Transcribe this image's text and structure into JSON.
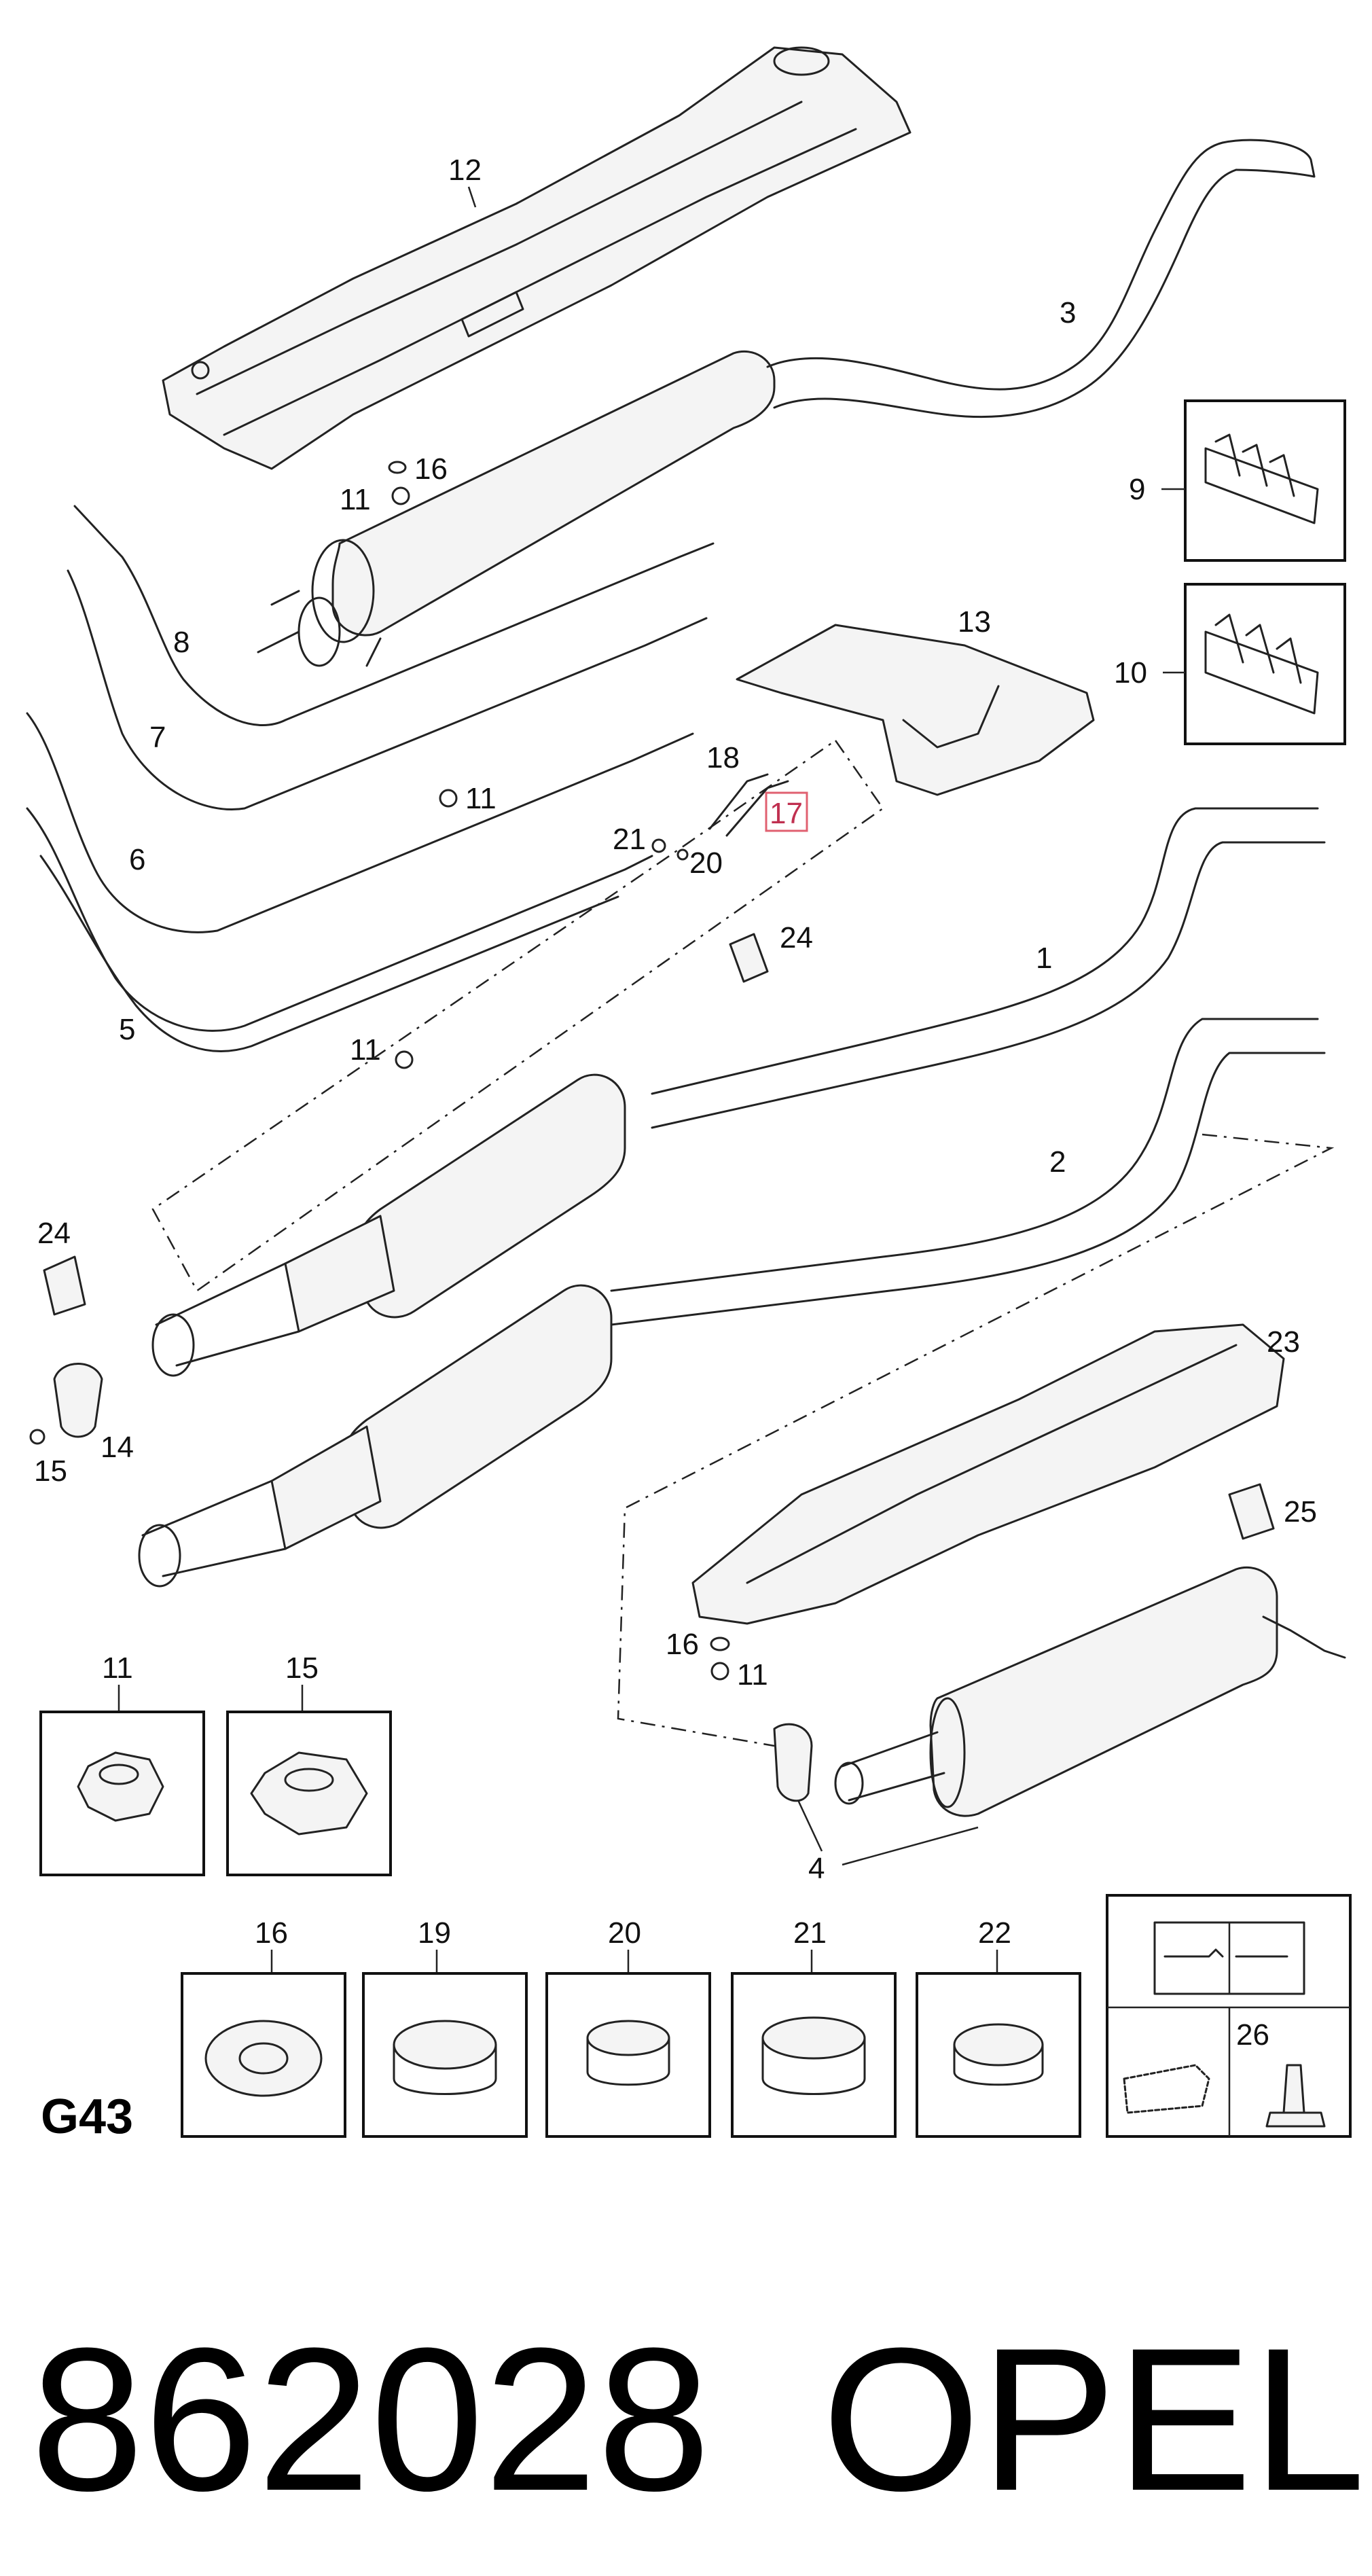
{
  "callouts": {
    "c1": "1",
    "c2": "2",
    "c3": "3",
    "c4": "4",
    "c5": "5",
    "c6": "6",
    "c7": "7",
    "c8": "8",
    "c9": "9",
    "c10": "10",
    "c11": "11",
    "c12": "12",
    "c13": "13",
    "c14": "14",
    "c15": "15",
    "c16": "16",
    "c17": "17",
    "c18": "18",
    "c19": "19",
    "c20": "20",
    "c21": "21",
    "c22": "22",
    "c23": "23",
    "c24": "24",
    "c25": "25",
    "c26": "26"
  },
  "group_code": "G43",
  "part_number": "862028",
  "brand": "OPEL",
  "icons": {
    "manual": "wrench-book-icon",
    "oil_can": "oil-can-icon",
    "sealant_tube": "sealant-tube-icon"
  }
}
